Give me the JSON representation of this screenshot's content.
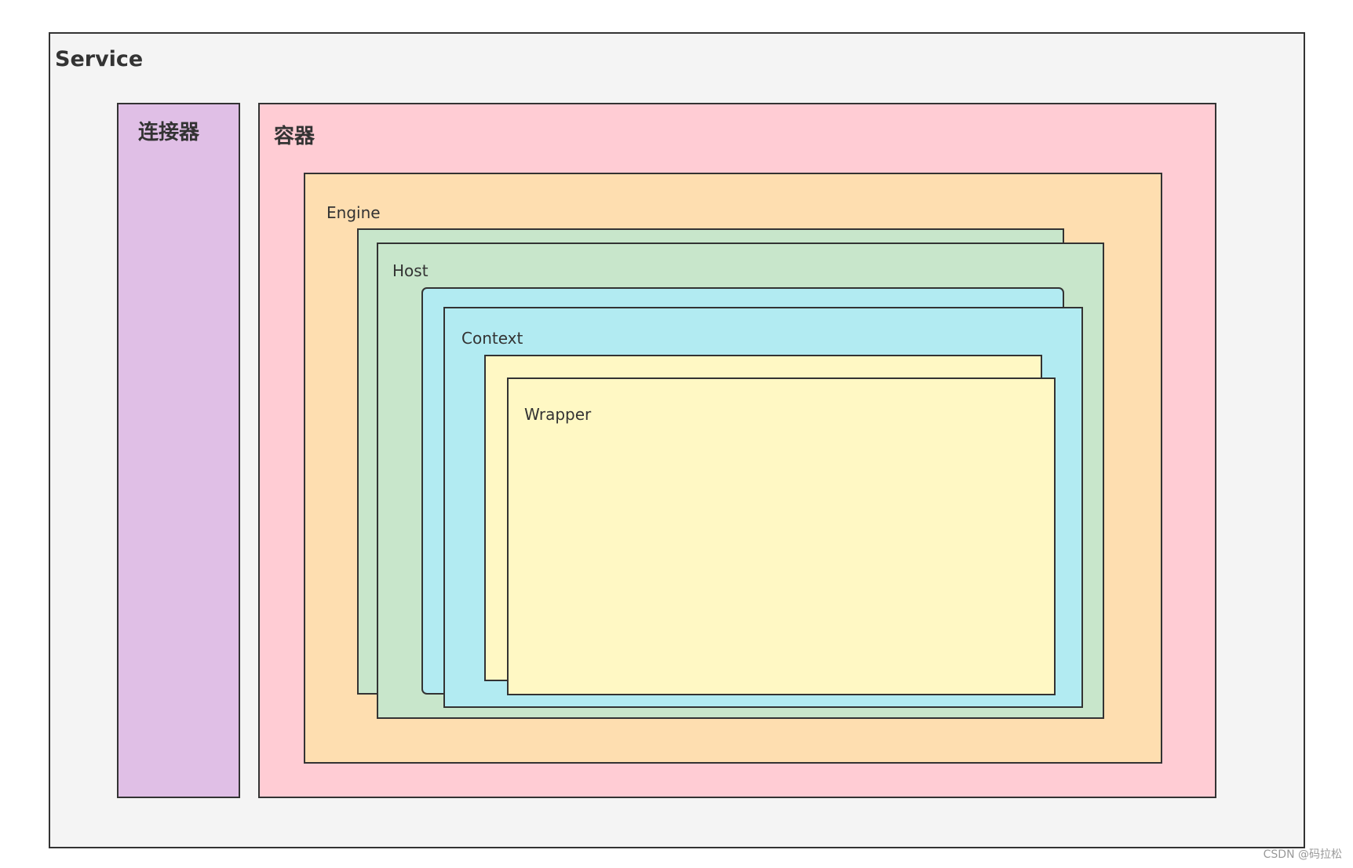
{
  "diagram": {
    "service": {
      "label": "Service",
      "color": "#f4f4f4"
    },
    "connector": {
      "label": "连接器",
      "color": "#e0bfe6"
    },
    "container": {
      "label": "容器",
      "color": "#ffccd4"
    },
    "engine": {
      "label": "Engine",
      "color": "#fedeb0"
    },
    "host": {
      "label": "Host",
      "color": "#c8e6cb"
    },
    "context": {
      "label": "Context",
      "color": "#b2ebf2"
    },
    "wrapper": {
      "label": "Wrapper",
      "color": "#fff8c4"
    }
  },
  "watermark": "CSDN @码拉松"
}
